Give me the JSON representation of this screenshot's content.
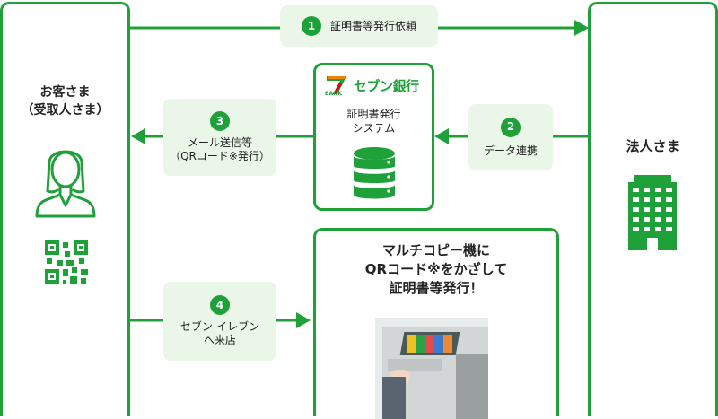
{
  "customer": {
    "label": "お客さま\n（受取人さま）"
  },
  "corporate": {
    "label": "法人さま"
  },
  "bank": {
    "logo_text": "セブン銀行",
    "logo_badge": "BANK",
    "system_label": "証明書発行\nシステム"
  },
  "kiosk": {
    "label": "マルチコピー機に\nQRコード※をかざして\n証明書等発行！"
  },
  "steps": [
    {
      "num": "1",
      "text": "証明書等発行依頼"
    },
    {
      "num": "2",
      "text": "データ連携"
    },
    {
      "num": "3",
      "text": "メール送信等\n（QRコード※発行）"
    },
    {
      "num": "4",
      "text": "セブン-イレブン\nへ来店"
    }
  ],
  "colors": {
    "accent": "#1fa13a",
    "pill_bg": "#eaf6e8"
  }
}
